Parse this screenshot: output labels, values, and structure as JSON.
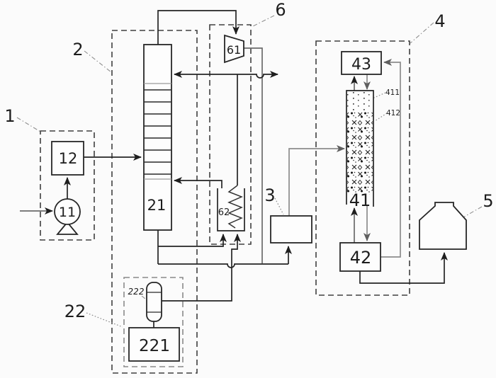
{
  "figure": {
    "background": "#fbfbfb",
    "palette": {
      "ink": "#242424",
      "mid_line": "#6b6b6b",
      "gray_line": "#8c8c8c",
      "dash_box": "#3f3f3f"
    },
    "group_labels": {
      "g1": "1",
      "g2": "2",
      "g3": "3",
      "g4": "4",
      "g5": "5",
      "g6": "6",
      "g22": "22"
    },
    "unit_labels": {
      "u11": "11",
      "u12": "12",
      "u21": "21",
      "u221": "221",
      "u222": "222",
      "u41": "41",
      "u42": "42",
      "u43": "43",
      "u411": "411",
      "u412": "412",
      "u61": "61",
      "u62": "62"
    }
  }
}
